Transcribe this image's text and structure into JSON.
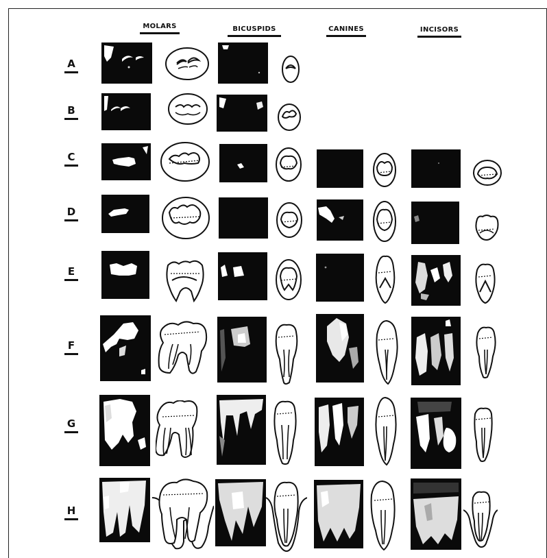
{
  "columns": [
    "MOLARS",
    "BICUSPIDS",
    "CANINES",
    "INCISORS"
  ],
  "rows": [
    "A",
    "B",
    "C",
    "D",
    "E",
    "F",
    "G",
    "H"
  ]
}
